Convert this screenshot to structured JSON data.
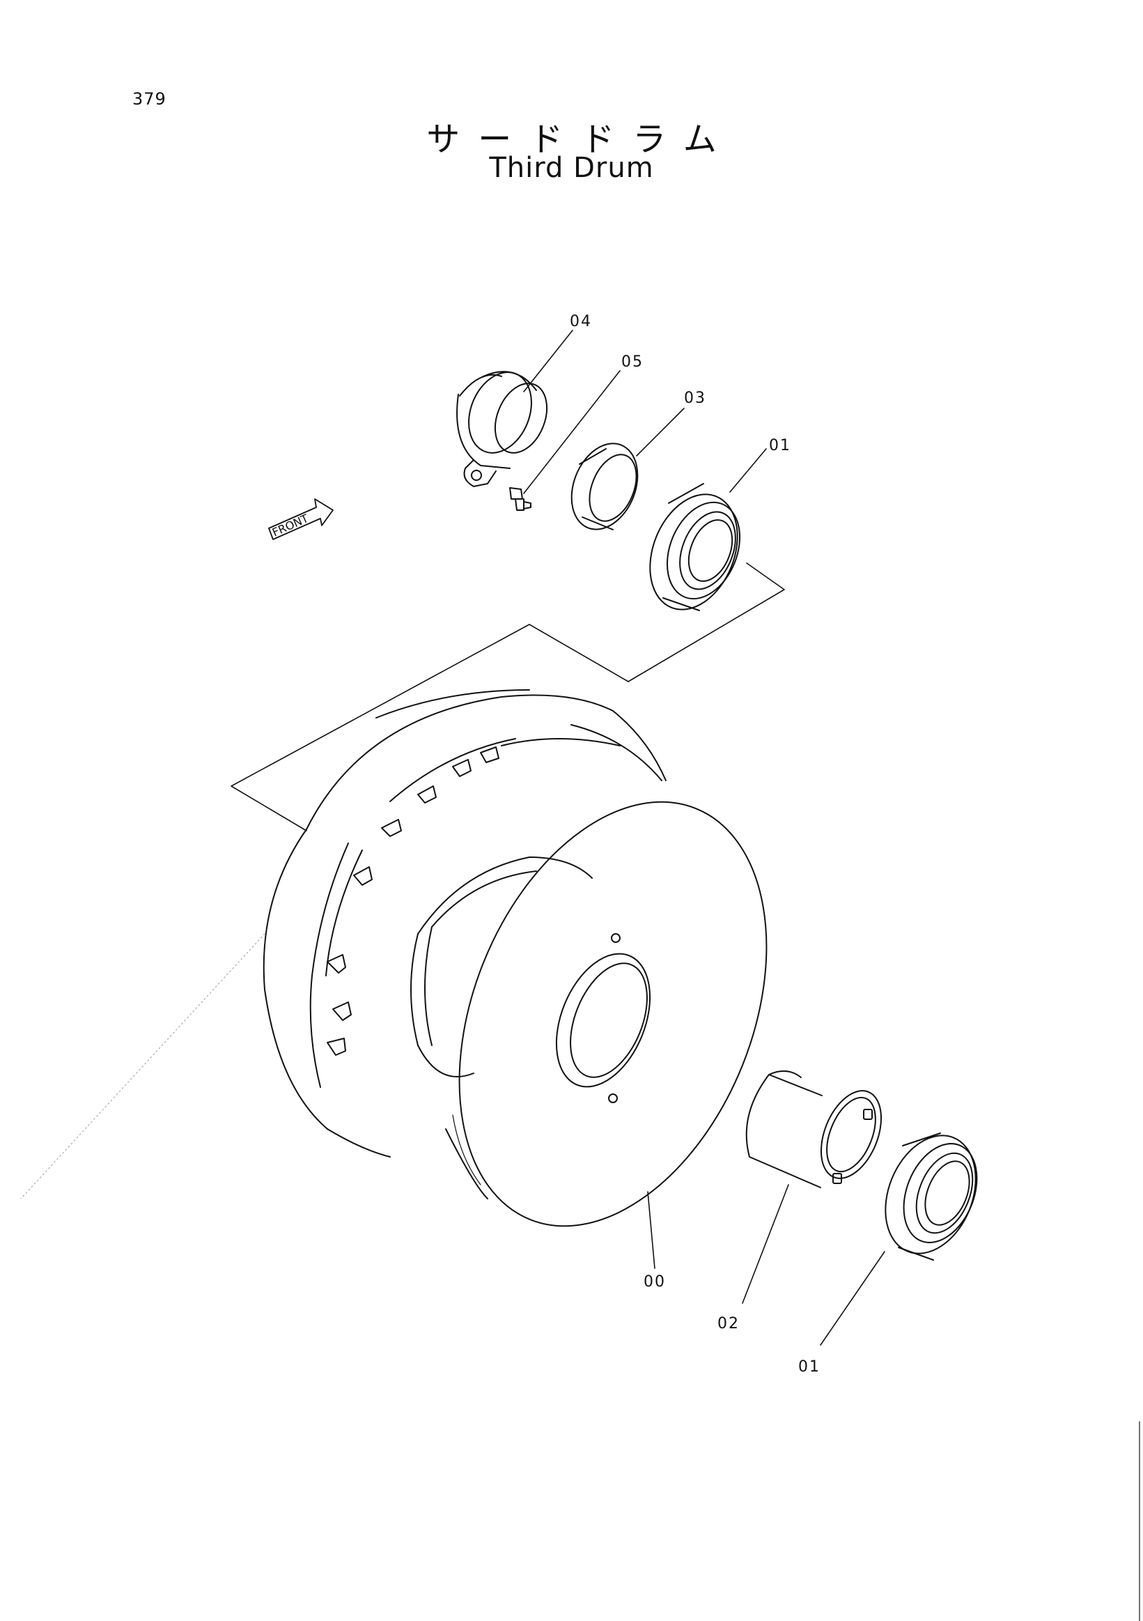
{
  "page": {
    "number": "379"
  },
  "title": {
    "japanese": "サードドラム",
    "english": "Third Drum"
  },
  "direction_marker": {
    "label": "FRONT"
  },
  "callouts": [
    {
      "id": "04",
      "label": "04",
      "part": "band"
    },
    {
      "id": "05",
      "label": "05",
      "part": "bolt"
    },
    {
      "id": "03",
      "label": "03",
      "part": "ring"
    },
    {
      "id": "01a",
      "label": "01",
      "part": "bearing-upper"
    },
    {
      "id": "00",
      "label": "00",
      "part": "drum"
    },
    {
      "id": "02",
      "label": "02",
      "part": "sleeve"
    },
    {
      "id": "01b",
      "label": "01",
      "part": "bearing-lower"
    }
  ],
  "colors": {
    "line": "#111111",
    "paper": "#ffffff"
  }
}
